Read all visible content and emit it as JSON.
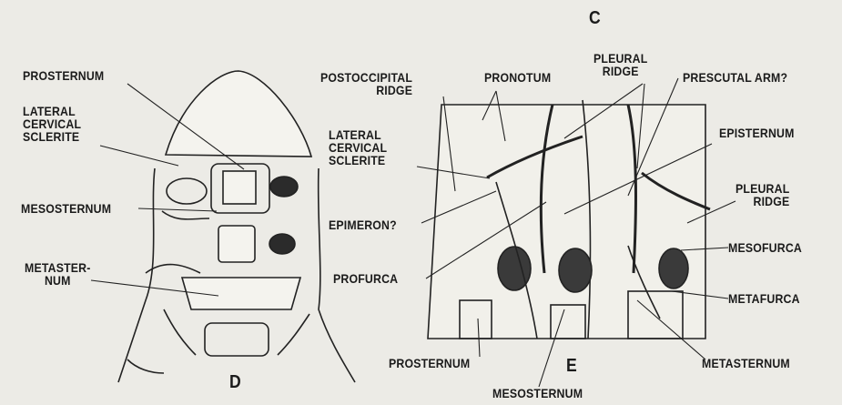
{
  "figure": {
    "panel_labels": {
      "c": "C",
      "d": "D",
      "e": "E"
    },
    "labels": {
      "prosternum_d": "PROSTERNUM",
      "lateral_cervical_sclerite_d": [
        "LATERAL",
        "CERVICAL",
        "SCLERITE"
      ],
      "mesosternum_d": "MESOSTERNUM",
      "metasternum_d": [
        "METASTER-",
        "NUM"
      ],
      "postoccipital_ridge": [
        "POSTOCCIPITAL",
        "RIDGE"
      ],
      "pronotum": "PRONOTUM",
      "pleural_ridge_top": [
        "PLEURAL",
        "RIDGE"
      ],
      "prescutal_arm": "PRESCUTAL ARM?",
      "lateral_cervical_sclerite_e": [
        "LATERAL",
        "CERVICAL",
        "SCLERITE"
      ],
      "episternum": "EPISTERNUM",
      "pleural_ridge_right": [
        "PLEURAL",
        "RIDGE"
      ],
      "epimeron": "EPIMERON?",
      "mesofurca": "MESOFURCA",
      "profurca": "PROFURCA",
      "metafurca": "METAFURCA",
      "prosternum_e": "PROSTERNUM",
      "metasternum_e": "METASTERNUM",
      "mesosternum_e": "MESOSTERNUM"
    }
  }
}
